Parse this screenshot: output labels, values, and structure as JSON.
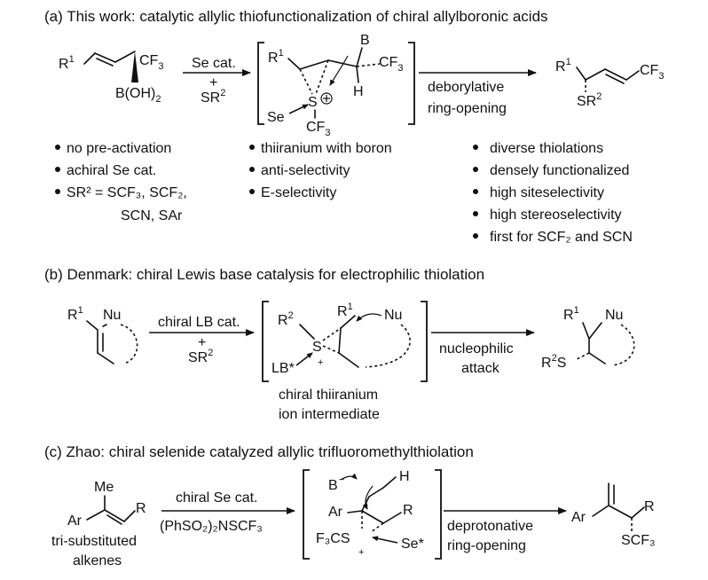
{
  "panel_a": {
    "header": "(a) This work: catalytic allylic thiofunctionalization of chiral allylboronic acids",
    "reactant": {
      "r1": "R",
      "r1_sup": "1",
      "cf3": "CF",
      "cf3_sub": "3",
      "boron": "B(OH)",
      "boron_sub": "2"
    },
    "arrow_top": "Se cat.",
    "arrow_plus": "+",
    "arrow_bottom": "SR",
    "arrow_bottom_sup": "2",
    "intermediate": {
      "r1": "R",
      "r1_sup": "1",
      "b": "B",
      "cf3": "CF",
      "cf3_sub": "3",
      "h": "H",
      "s": "S",
      "se": "Se",
      "cf3b": "CF",
      "cf3b_sub": "3"
    },
    "arrow2_top": "deborylative",
    "arrow2_bottom": "ring-opening",
    "product": {
      "r1": "R",
      "r1_sup": "1",
      "cf3": "CF",
      "cf3_sub": "3",
      "sr": "SR",
      "sr_sup": "2"
    },
    "bullets_col1": [
      "no pre-activation",
      "achiral Se cat."
    ],
    "bullet_sr_line1": "SR² = SCF₃, SCF₂,",
    "bullet_sr_line2": "SCN, SAr",
    "bullets_col2": [
      "thiiranium with boron",
      "anti-selectivity",
      "E-selectivity"
    ],
    "bullets_col3": [
      "diverse thiolations",
      "densely functionalized",
      "high siteselectivity",
      "high stereoselectivity",
      "first for SCF₂ and SCN"
    ]
  },
  "panel_b": {
    "header": "(b) Denmark: chiral Lewis base catalysis for electrophilic thiolation",
    "reactant": {
      "r1": "R",
      "r1_sup": "1",
      "nu": "Nu"
    },
    "arrow_top": "chiral LB cat.",
    "arrow_plus": "+",
    "arrow_bottom": "SR",
    "arrow_bottom_sup": "2",
    "intermediate": {
      "r2": "R",
      "r2_sup": "2",
      "r1": "R",
      "r1_sup": "1",
      "nu": "Nu",
      "s": "S",
      "plus": "+",
      "lb": "LB*"
    },
    "caption_line1": "chiral thiiranium",
    "caption_line2": "ion intermediate",
    "arrow2_top": "nucleophilic",
    "arrow2_bottom": "attack",
    "product": {
      "r1": "R",
      "r1_sup": "1",
      "nu": "Nu",
      "r2s": "R",
      "r2s_sup": "2",
      "r2s_s": "S"
    }
  },
  "panel_c": {
    "header": "(c) Zhao: chiral selenide catalyzed allylic trifluoromethylthiolation",
    "reactant": {
      "me": "Me",
      "ar": "Ar",
      "r": "R"
    },
    "reactant_caption_line1": "tri-substituted",
    "reactant_caption_line2": "alkenes",
    "arrow_top": "chiral Se cat.",
    "arrow_bottom": "(PhSO₂)₂NSCF₃",
    "intermediate": {
      "b": "B",
      "minus": "−",
      "h": "H",
      "ar": "Ar",
      "r": "R",
      "f3cs": "F₃CS",
      "plus": "+",
      "se": "Se*"
    },
    "arrow2_top": "deprotonative",
    "arrow2_bottom": "ring-opening",
    "product": {
      "ar": "Ar",
      "r": "R",
      "scf3": "SCF₃"
    }
  }
}
